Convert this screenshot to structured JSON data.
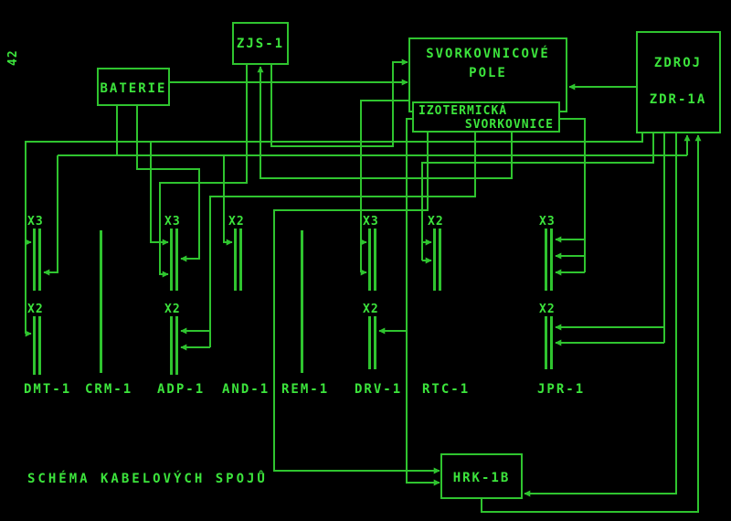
{
  "colors": {
    "background": "#000000",
    "line": "#2fc42f",
    "text": "#3ce43c"
  },
  "corner_number": "42",
  "caption": "SCHÉMA KABELOVÝCH SPOJŮ",
  "boxes": {
    "zjs": {
      "label": "ZJS-1"
    },
    "baterie": {
      "label": "BATERIE"
    },
    "svorkovnicove_pole": {
      "line1": "SVORKOVNICOVÉ",
      "line2": "POLE"
    },
    "izotermicka_svorkovnice": {
      "line1": "IZOTERMICKÁ",
      "line2": "SVORKOVNICE"
    },
    "zdroj": {
      "line1": "ZDROJ",
      "line2": "ZDR-1A"
    },
    "hrk": {
      "label": "HRK-1B"
    }
  },
  "devices": [
    {
      "name": "DMT-1",
      "connectors": [
        "X3",
        "X2"
      ]
    },
    {
      "name": "CRM-1",
      "connectors": []
    },
    {
      "name": "ADP-1",
      "connectors": [
        "X3",
        "X2"
      ]
    },
    {
      "name": "AND-1",
      "connectors": [
        "X2"
      ]
    },
    {
      "name": "REM-1",
      "connectors": []
    },
    {
      "name": "DRV-1",
      "connectors": [
        "X3",
        "X2"
      ]
    },
    {
      "name": "RTC-1",
      "connectors": [
        "X2"
      ]
    },
    {
      "name": "JPR-1",
      "connectors": [
        "X3",
        "X2"
      ]
    }
  ]
}
